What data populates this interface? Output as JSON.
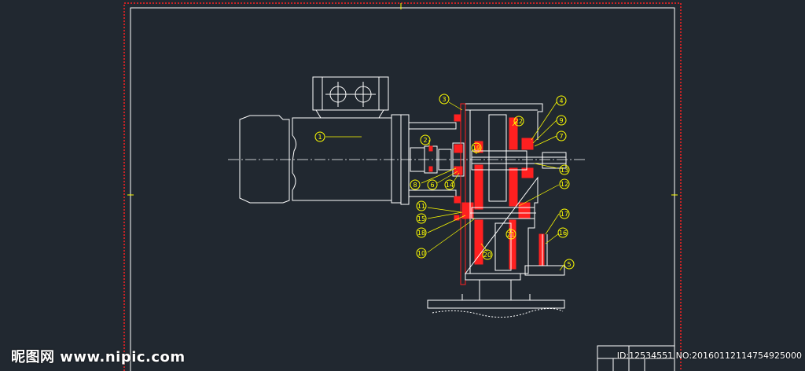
{
  "watermark": {
    "site": "昵图网 www.nipic.com",
    "id_text": "ID:12534551 NO:20160112114754925000"
  },
  "balloons": [
    {
      "label": "1"
    },
    {
      "label": "2"
    },
    {
      "label": "3"
    },
    {
      "label": "4"
    },
    {
      "label": "5"
    },
    {
      "label": "6"
    },
    {
      "label": "7"
    },
    {
      "label": "8"
    },
    {
      "label": "9"
    },
    {
      "label": "10"
    },
    {
      "label": "11"
    },
    {
      "label": "12"
    },
    {
      "label": "13"
    },
    {
      "label": "14"
    },
    {
      "label": "15"
    },
    {
      "label": "16"
    },
    {
      "label": "17"
    },
    {
      "label": "18"
    },
    {
      "label": "19"
    },
    {
      "label": "20"
    },
    {
      "label": "21"
    },
    {
      "label": "22"
    }
  ],
  "colors": {
    "background": "#212830",
    "border": "#ff2020",
    "frame": "#ffffff",
    "line": "#ffffff",
    "section": "#ff2020",
    "balloon": "#ffff00"
  }
}
